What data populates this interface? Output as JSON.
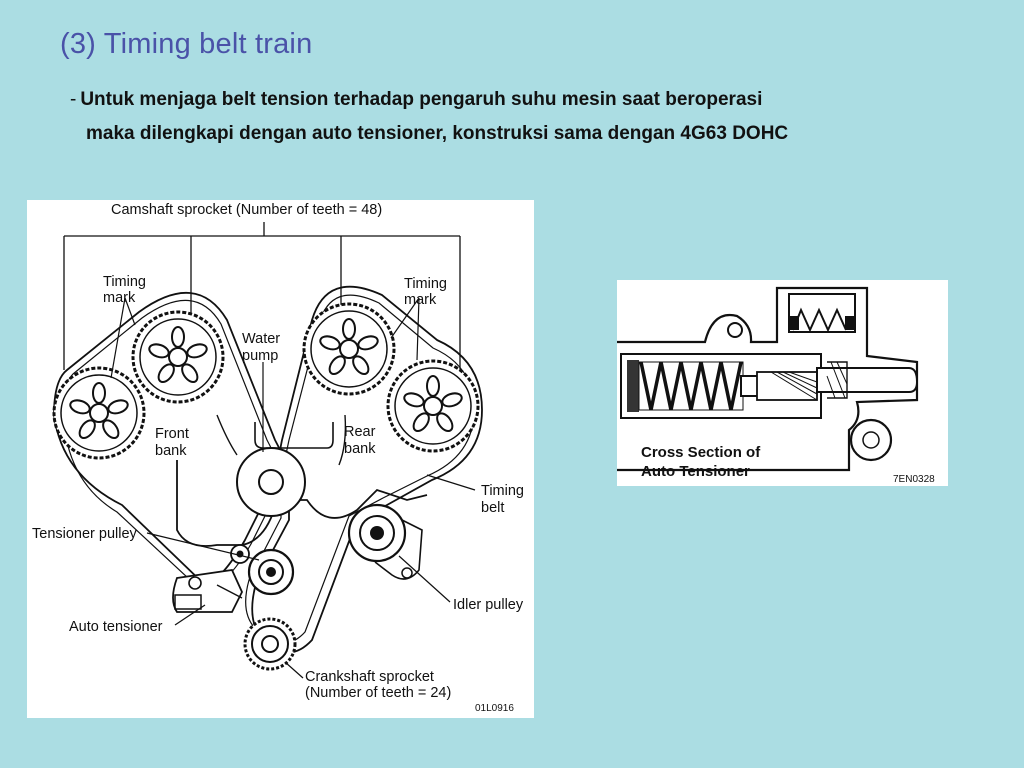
{
  "slide": {
    "title": "(3) Timing belt train",
    "bullet_dash": "-",
    "bullet_line1": "Untuk  menjaga  belt  tension  terhadap pengaruh suhu mesin  saat beroperasi",
    "bullet_line2": "maka dilengkapi dengan auto tensioner, konstruksi sama dengan 4G63 DOHC"
  },
  "diagram_left": {
    "camshaft_label": "Camshaft sprocket (Number of teeth = 48)",
    "timing_mark_left": [
      "Timing",
      "mark"
    ],
    "timing_mark_right": [
      "Timing",
      "mark"
    ],
    "water_pump": [
      "Water",
      "pump"
    ],
    "front_bank": [
      "Front",
      "bank"
    ],
    "rear_bank": [
      "Rear",
      "bank"
    ],
    "timing_belt": [
      "Timing",
      "belt"
    ],
    "tensioner_pulley": "Tensioner pulley",
    "auto_tensioner": "Auto tensioner",
    "idler_pulley": "Idler pulley",
    "crankshaft": [
      "Crankshaft sprocket",
      "(Number of teeth = 24)"
    ],
    "figure_code": "01L0916"
  },
  "diagram_right": {
    "caption": [
      "Cross Section of",
      "Auto Tensioner"
    ],
    "figure_code": "7EN0328"
  },
  "colors": {
    "background": "#abdde3",
    "title": "#4a52a8",
    "text": "#111111"
  }
}
